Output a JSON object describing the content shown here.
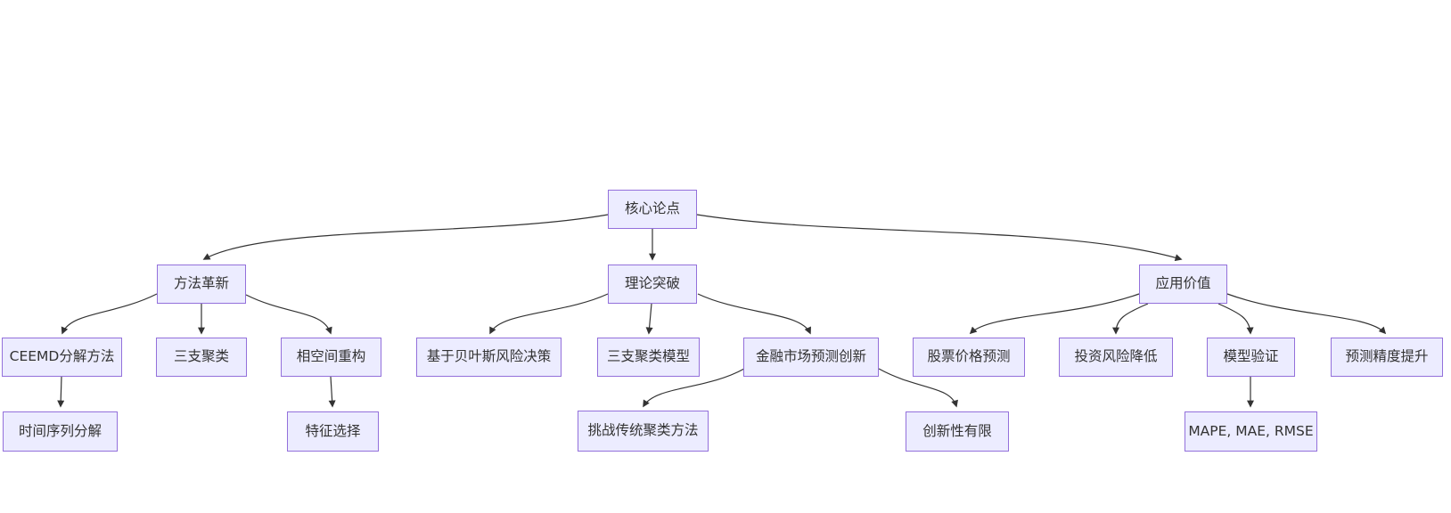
{
  "diagram": {
    "type": "flowchart",
    "direction": "top-down",
    "colors": {
      "background": "#ffffff",
      "node_fill": "#ECECFF",
      "node_border": "#9370DB",
      "node_text": "#333333",
      "edge_stroke": "#333333"
    },
    "nodes": {
      "core_thesis": {
        "label": "核心论点"
      },
      "method_innovation": {
        "label": "方法革新"
      },
      "theory_breakthrough": {
        "label": "理论突破"
      },
      "application_value": {
        "label": "应用价值"
      },
      "ceemd": {
        "label": "CEEMD分解方法"
      },
      "three_way_clustering": {
        "label": "三支聚类"
      },
      "phase_space": {
        "label": "相空间重构"
      },
      "bayes_risk": {
        "label": "基于贝叶斯风险决策"
      },
      "three_way_model": {
        "label": "三支聚类模型"
      },
      "financial_innovation": {
        "label": "金融市场预测创新"
      },
      "stock_prediction": {
        "label": "股票价格预测"
      },
      "risk_reduction": {
        "label": "投资风险降低"
      },
      "model_validation": {
        "label": "模型验证"
      },
      "accuracy_improvement": {
        "label": "预测精度提升"
      },
      "time_series_decomposition": {
        "label": "时间序列分解"
      },
      "feature_selection": {
        "label": "特征选择"
      },
      "challenge_clustering": {
        "label": "挑战传统聚类方法"
      },
      "limited_novelty": {
        "label": "创新性有限"
      },
      "metrics": {
        "label": "MAPE, MAE, RMSE"
      }
    },
    "edges": [
      {
        "from": "core_thesis",
        "to": "method_innovation"
      },
      {
        "from": "core_thesis",
        "to": "theory_breakthrough"
      },
      {
        "from": "core_thesis",
        "to": "application_value"
      },
      {
        "from": "method_innovation",
        "to": "ceemd"
      },
      {
        "from": "method_innovation",
        "to": "three_way_clustering"
      },
      {
        "from": "method_innovation",
        "to": "phase_space"
      },
      {
        "from": "theory_breakthrough",
        "to": "bayes_risk"
      },
      {
        "from": "theory_breakthrough",
        "to": "three_way_model"
      },
      {
        "from": "theory_breakthrough",
        "to": "financial_innovation"
      },
      {
        "from": "financial_innovation",
        "to": "challenge_clustering"
      },
      {
        "from": "financial_innovation",
        "to": "limited_novelty"
      },
      {
        "from": "application_value",
        "to": "stock_prediction"
      },
      {
        "from": "application_value",
        "to": "risk_reduction"
      },
      {
        "from": "application_value",
        "to": "model_validation"
      },
      {
        "from": "application_value",
        "to": "accuracy_improvement"
      },
      {
        "from": "ceemd",
        "to": "time_series_decomposition"
      },
      {
        "from": "phase_space",
        "to": "feature_selection"
      },
      {
        "from": "model_validation",
        "to": "metrics"
      }
    ]
  }
}
